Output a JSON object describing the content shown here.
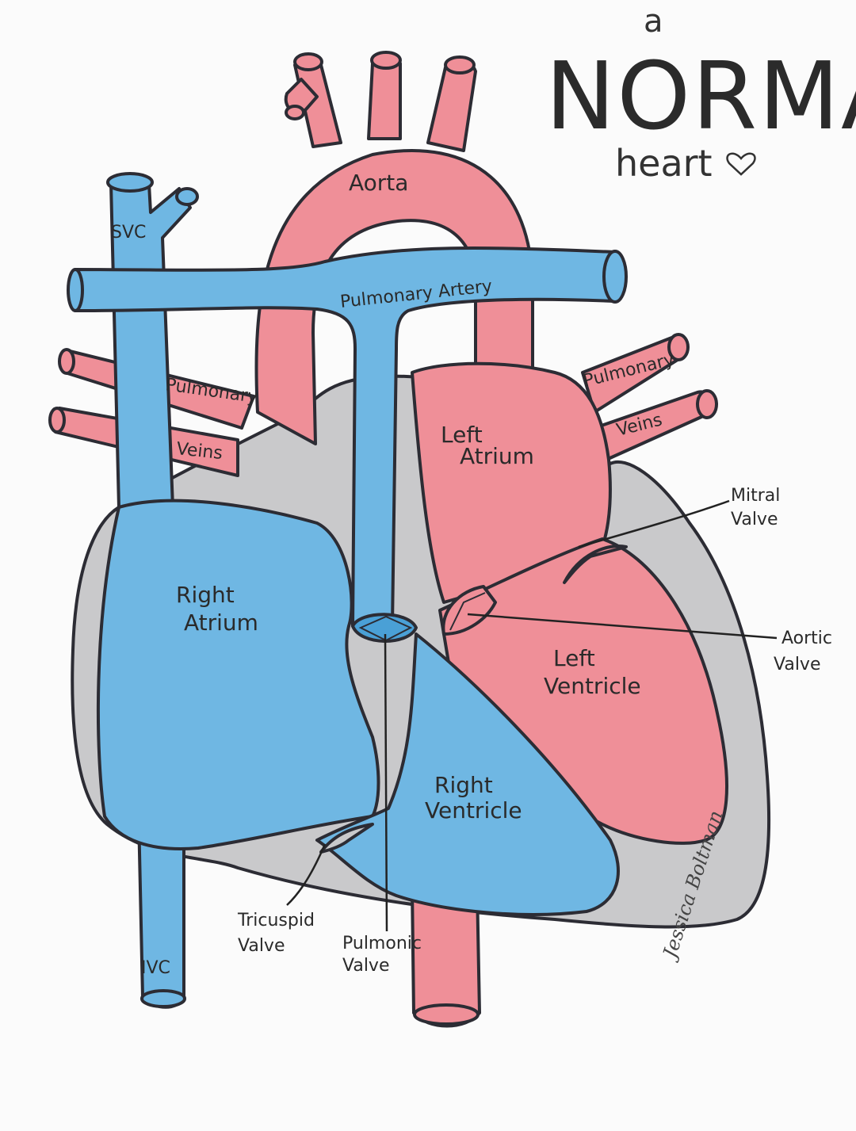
{
  "title": {
    "prefix": "a",
    "main": "NORMAL",
    "suffix": "heart"
  },
  "colors": {
    "oxygenated": "#ef8f98",
    "deoxygenated": "#6fb7e3",
    "wall": "#c9c9cb",
    "outline": "#2c2c34"
  },
  "icons": {
    "title_decoration": "heart-outline-icon"
  },
  "labels": {
    "aorta": "Aorta",
    "svc": "SVC",
    "pulmonary_artery": "Pulmonary Artery",
    "left_pulmonary_veins": [
      "Pulmonary",
      "Veins"
    ],
    "right_pulmonary_veins": [
      "Pulmonary",
      "Veins"
    ],
    "left_atrium": [
      "Left",
      "Atrium"
    ],
    "right_atrium": [
      "Right",
      "Atrium"
    ],
    "mitral_valve": [
      "Mitral",
      "Valve"
    ],
    "aortic_valve": [
      "Aortic",
      "Valve"
    ],
    "left_ventricle": [
      "Left",
      "Ventricle"
    ],
    "right_ventricle": [
      "Right",
      "Ventricle"
    ],
    "tricuspid_valve": [
      "Tricuspid",
      "Valve"
    ],
    "pulmonic_valve": [
      "Pulmonic",
      "Valve"
    ],
    "ivc": "IVC"
  },
  "signature": "Jessica Boltman"
}
